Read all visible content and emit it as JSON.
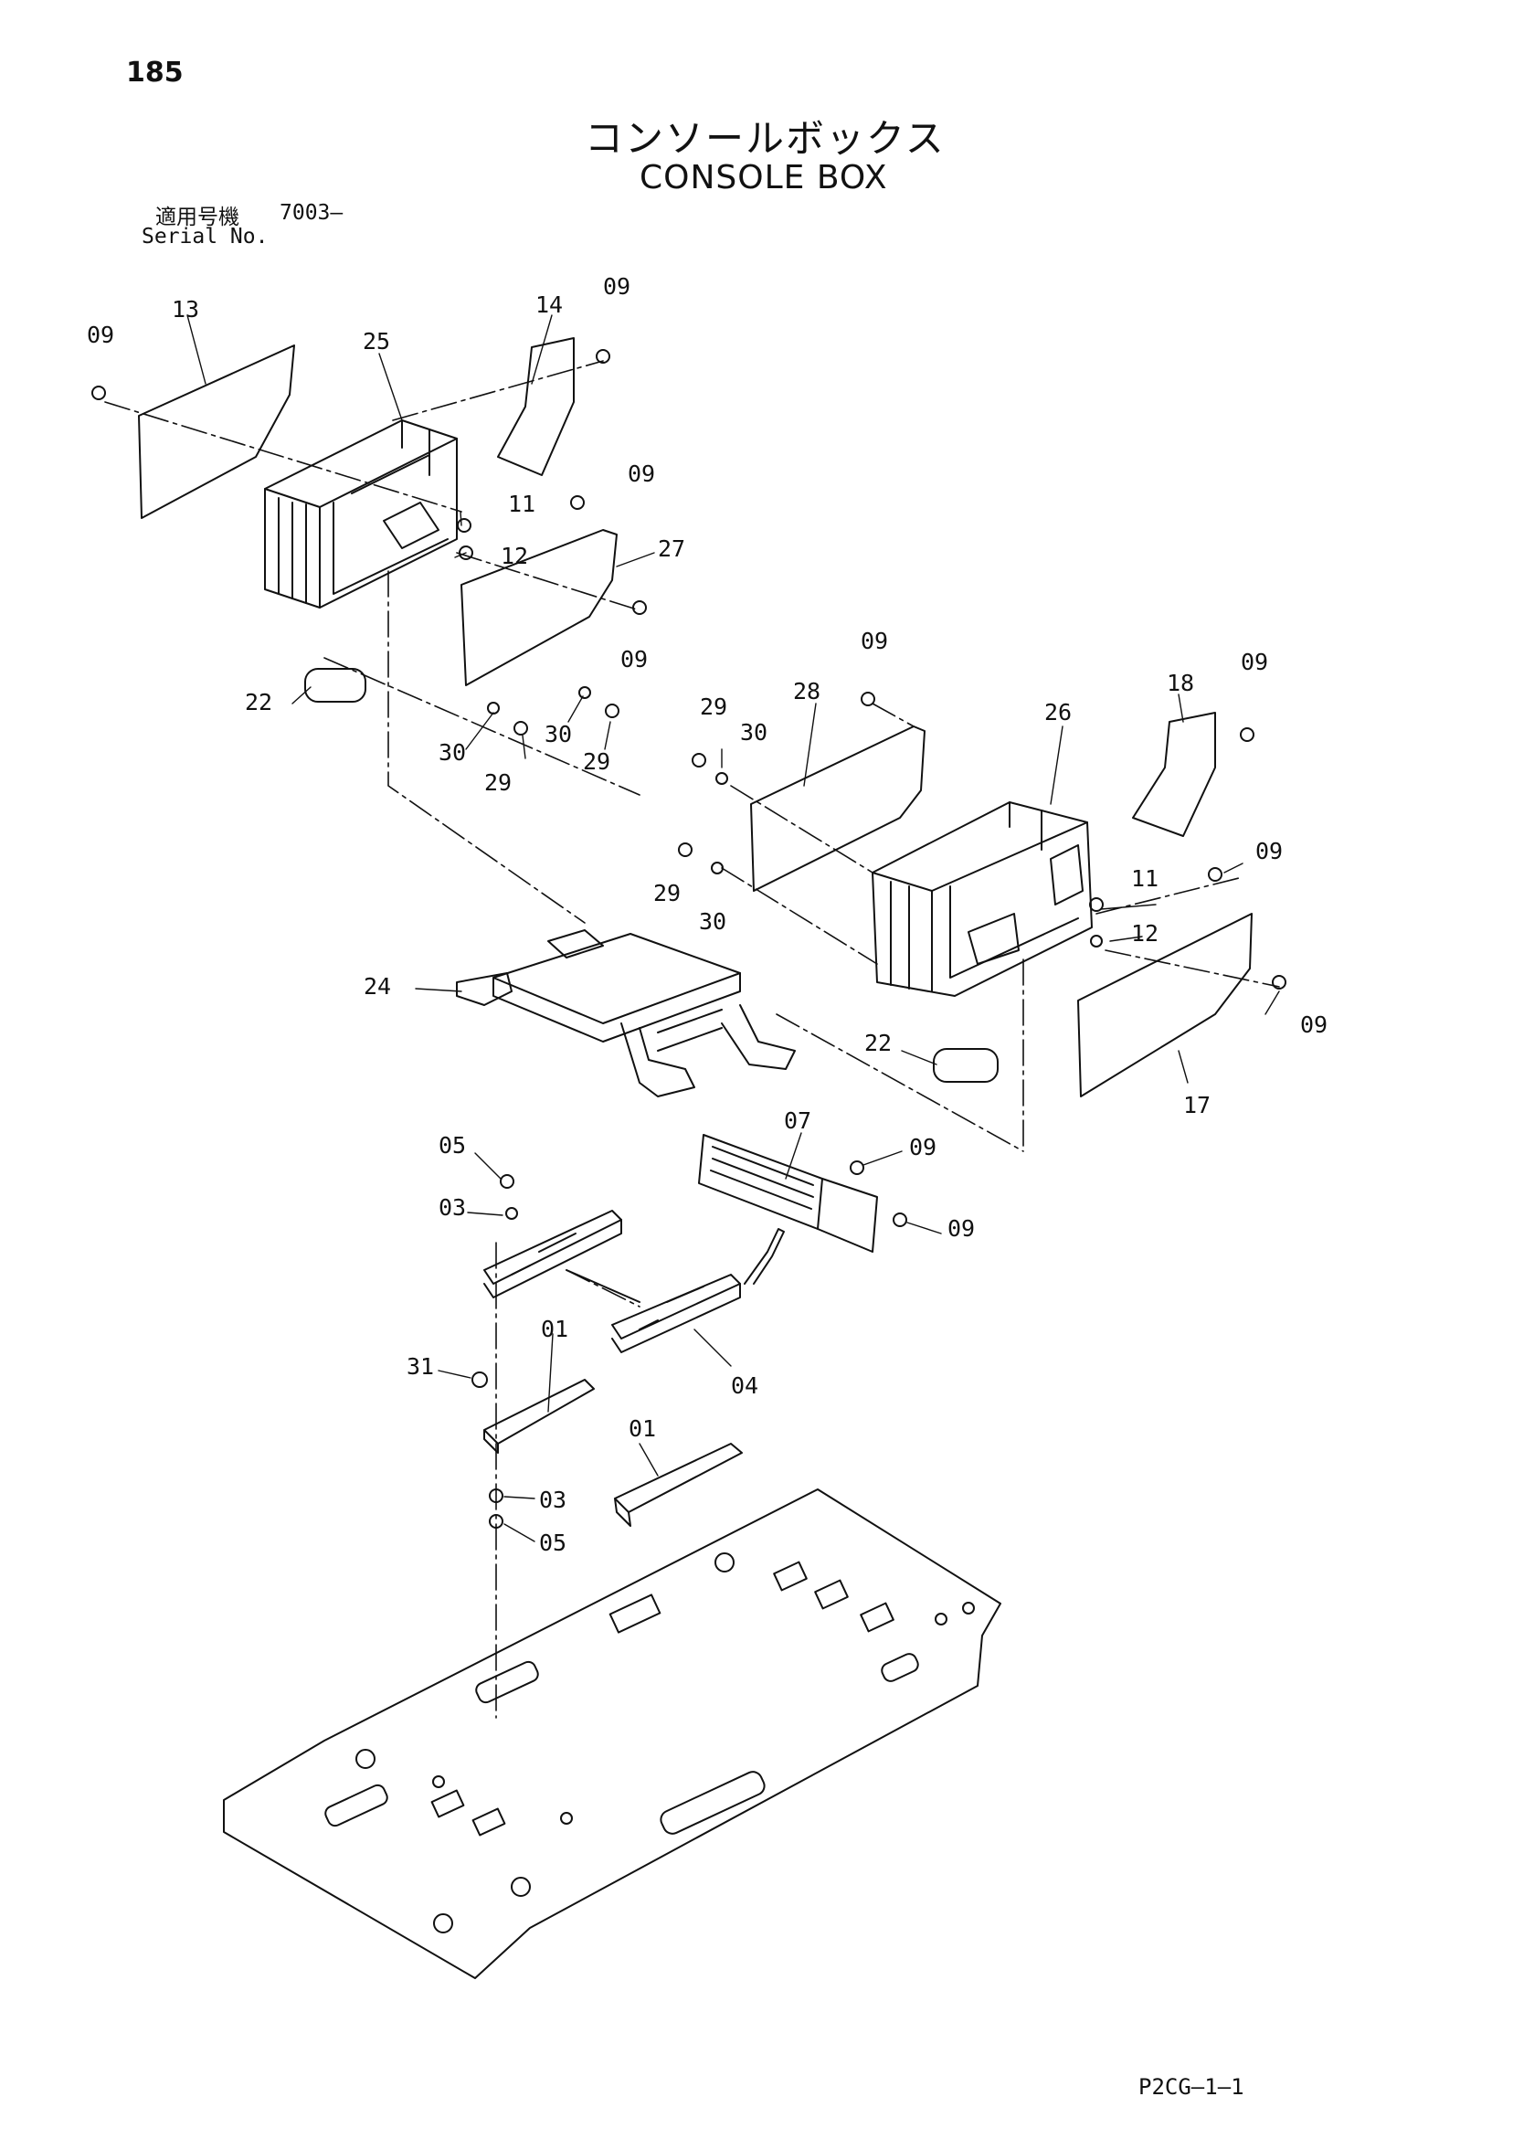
{
  "header": {
    "page_number": "185",
    "title_jp": "コンソールボックス",
    "title_en": "CONSOLE BOX",
    "serial_label_jp": "適用号機",
    "serial_value": "7003–",
    "serial_label_en": "Serial No."
  },
  "footer": {
    "page_code": "P2CG–1–1"
  },
  "callouts": {
    "c13": "13",
    "c25": "25",
    "c14": "14",
    "c09a": "09",
    "c09b": "09",
    "c09c": "09",
    "c11a": "11",
    "c12a": "12",
    "c27": "27",
    "c09d": "09",
    "c22a": "22",
    "c30a": "30",
    "c29a": "29",
    "c30b": "30",
    "c29b": "29",
    "c09e": "09",
    "c29c": "29",
    "c30c": "30",
    "c28": "28",
    "c26": "26",
    "c18": "18",
    "c09f": "09",
    "c09g": "09",
    "c29d": "29",
    "c30d": "30",
    "c11b": "11",
    "c12b": "12",
    "c24": "24",
    "c09h": "09",
    "c22b": "22",
    "c17": "17",
    "c05a": "05",
    "c07": "07",
    "c09i": "09",
    "c03a": "03",
    "c09j": "09",
    "c01a": "01",
    "c31": "31",
    "c04": "04",
    "c01b": "01",
    "c03b": "03",
    "c05b": "05"
  },
  "colors": {
    "ink": "#111111",
    "paper": "#ffffff"
  }
}
